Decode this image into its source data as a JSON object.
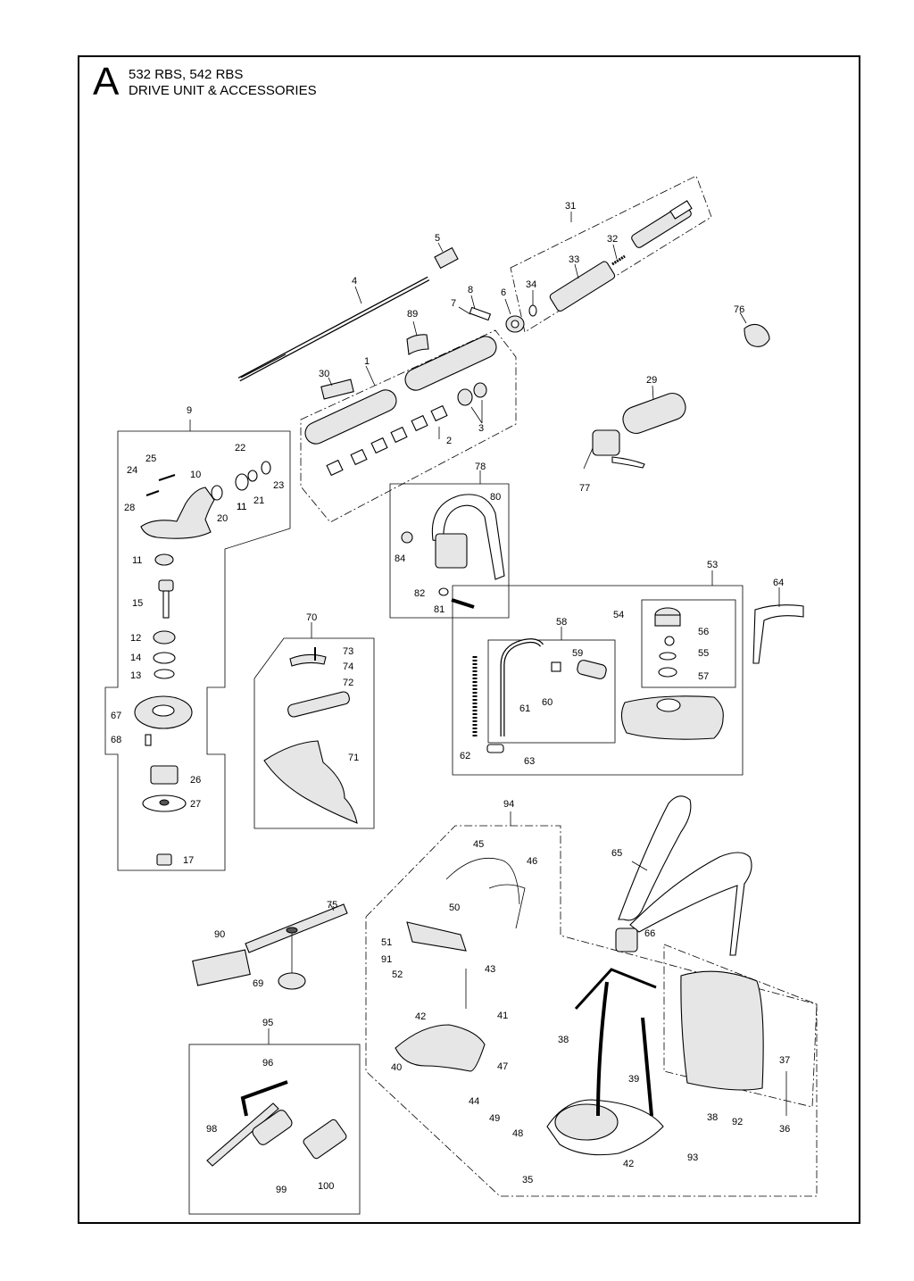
{
  "header": {
    "section_letter": "A",
    "models": "532 RBS, 542 RBS",
    "title": "DRIVE UNIT & ACCESSORIES"
  },
  "part_numbers": [
    "1",
    "2",
    "3",
    "4",
    "5",
    "6",
    "7",
    "8",
    "9",
    "10",
    "11",
    "11",
    "11",
    "12",
    "13",
    "14",
    "15",
    "17",
    "20",
    "21",
    "22",
    "23",
    "24",
    "25",
    "26",
    "27",
    "28",
    "29",
    "30",
    "31",
    "32",
    "33",
    "34",
    "35",
    "36",
    "37",
    "38",
    "38",
    "39",
    "40",
    "41",
    "42",
    "42",
    "43",
    "44",
    "45",
    "46",
    "47",
    "48",
    "49",
    "50",
    "51",
    "52",
    "53",
    "54",
    "55",
    "56",
    "57",
    "58",
    "59",
    "60",
    "61",
    "62",
    "63",
    "64",
    "65",
    "66",
    "67",
    "68",
    "69",
    "70",
    "71",
    "72",
    "73",
    "74",
    "75",
    "76",
    "77",
    "78",
    "80",
    "81",
    "82",
    "84",
    "89",
    "90",
    "91",
    "92",
    "93",
    "94",
    "95",
    "96",
    "98",
    "99",
    "100"
  ]
}
